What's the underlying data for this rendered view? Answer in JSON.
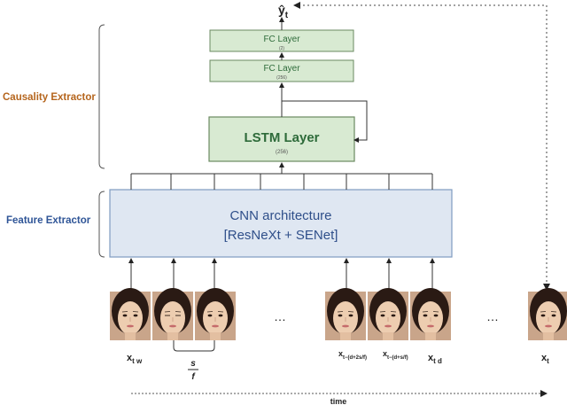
{
  "output_label": {
    "main": "ŷ",
    "sub": "t"
  },
  "sections": {
    "causality": "Causality Extractor",
    "feature": "Feature Extractor"
  },
  "layers": {
    "fc_top": {
      "title": "FC Layer",
      "size": "(2)"
    },
    "fc_mid": {
      "title": "FC Layer",
      "size": "(256)"
    },
    "lstm": {
      "title": "LSTM Layer",
      "size": "(256)"
    }
  },
  "cnn": {
    "line1": "CNN architecture",
    "line2": "[ResNeXt + SENet]"
  },
  "frames": [
    {
      "main": "x",
      "sub": "t  w"
    },
    {
      "main": "",
      "sub": ""
    },
    {
      "main": "",
      "sub": ""
    },
    {
      "main": "x",
      "sub": "t−(d+2s/f)"
    },
    {
      "main": "x",
      "sub": "t−(d+s/f)"
    },
    {
      "main": "x",
      "sub": "t  d"
    },
    {
      "main": "x",
      "sub": "t"
    }
  ],
  "stride": {
    "top": "s",
    "bottom": "f"
  },
  "ellipsis": [
    "…",
    "…"
  ],
  "time_label": "time",
  "colors": {
    "layer_fill": "#d8ead2",
    "layer_stroke": "#6a8a60",
    "layer_text": "#2e6b3a",
    "cnn_fill": "#dfe7f2",
    "cnn_stroke": "#7f9bc0",
    "cnn_text": "#2f4f8a",
    "section_causality": "#b5651d",
    "section_feature": "#2f5597"
  }
}
